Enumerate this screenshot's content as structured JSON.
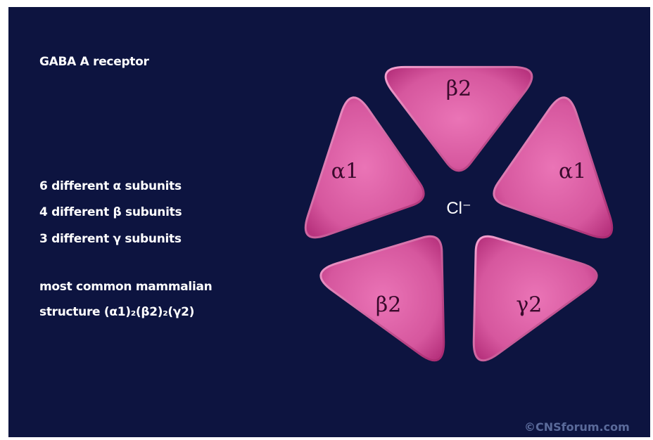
{
  "title": "GABA A receptor",
  "subunit_counts": [
    "6 different α subunits",
    "4 different β subunits",
    "3 different γ subunits"
  ],
  "common_structure": {
    "line1": "most common mammalian",
    "line2": "structure (α1)₂(β2)₂(γ2)"
  },
  "channel_ion": "Cl⁻",
  "subunits": [
    {
      "label": "β2",
      "position": "top"
    },
    {
      "label": "α1",
      "position": "upper-right"
    },
    {
      "label": "γ2",
      "position": "lower-right"
    },
    {
      "label": "β2",
      "position": "lower-left"
    },
    {
      "label": "α1",
      "position": "upper-left"
    }
  ],
  "watermark": "©CNSforum.com",
  "colors": {
    "background": "#0d1440",
    "subunit_light": "#f08ec6",
    "subunit_dark": "#b8337e",
    "label_text": "#3a0a2c"
  }
}
